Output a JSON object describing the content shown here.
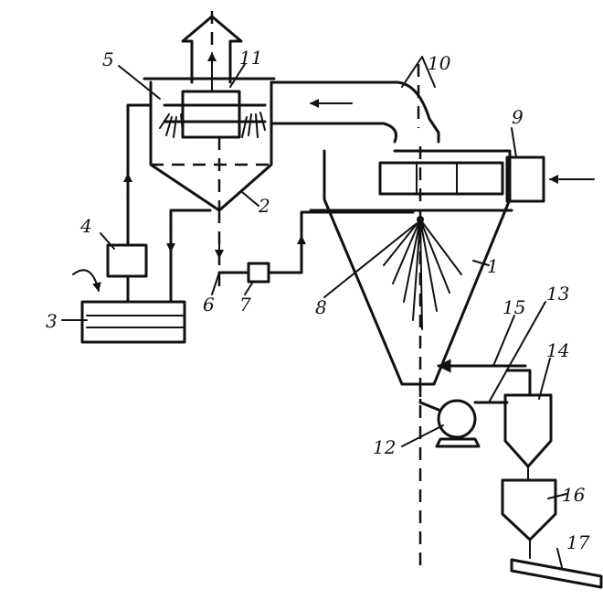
{
  "labels": {
    "n1": "1",
    "n2": "2",
    "n3": "3",
    "n4": "4",
    "n5": "5",
    "n6": "6",
    "n7": "7",
    "n8": "8",
    "n9": "9",
    "n10": "10",
    "n11": "11",
    "n12": "12",
    "n13": "13",
    "n14": "14",
    "n15": "15",
    "n16": "16",
    "n17": "17"
  },
  "colors": {
    "ink": "#111111",
    "background": "#ffffff"
  }
}
